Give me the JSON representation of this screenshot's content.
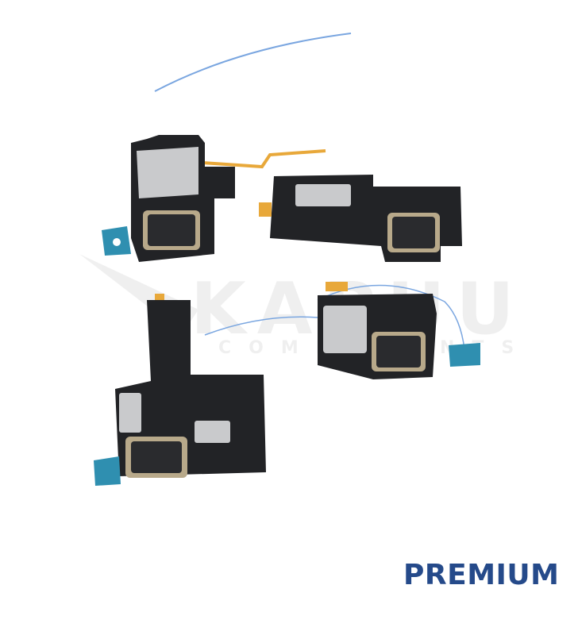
{
  "watermark": {
    "brand": "KAPUU",
    "subtitle": "COMPONENTS"
  },
  "badge": {
    "label": "PREMIUM",
    "color": "#254a8a"
  },
  "colors": {
    "module": "#222326",
    "mesh": "#c9cacc",
    "flex": "#e8a83a",
    "pcb": "#2f8fb0",
    "cable": "#7aa6e0"
  }
}
